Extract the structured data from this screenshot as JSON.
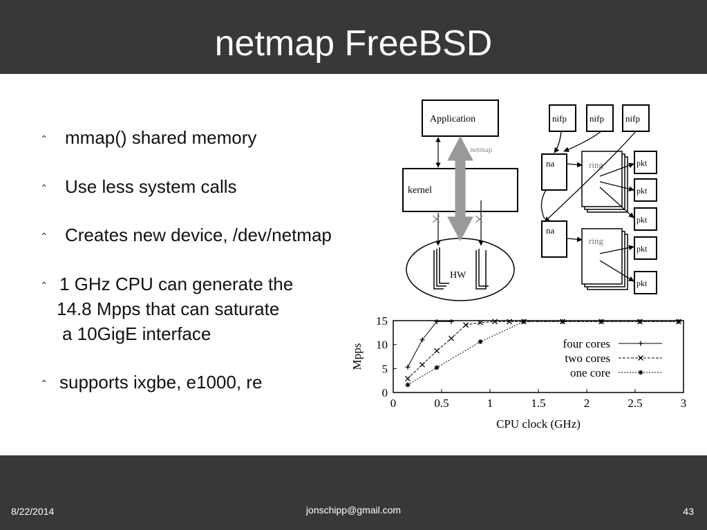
{
  "slide": {
    "title": "netmap FreeBSD",
    "bullet_marker": "⌃",
    "bullets": [
      {
        "lines": [
          "mmap() shared memory"
        ]
      },
      {
        "lines": [
          "Use less system calls"
        ]
      },
      {
        "lines": [
          "Creates new device, /dev/netmap"
        ]
      },
      {
        "lines": [
          "1 GHz CPU can generate the",
          "14.8 Mpps that can saturate",
          "a 10GigE interface"
        ]
      },
      {
        "lines": [
          "supports ixgbe, e1000, re"
        ]
      }
    ]
  },
  "diagram_arch": {
    "application": "Application",
    "kernel": "kernel",
    "netmap": "netmap",
    "hw": "HW"
  },
  "diagram_rings": {
    "nifp_labels": [
      "nifp",
      "nifp",
      "nifp"
    ],
    "na_labels": [
      "na",
      "na"
    ],
    "ring_labels": [
      "ring",
      "ring"
    ],
    "pkt_labels": [
      "pkt",
      "pkt",
      "pkt",
      "pkt",
      "pkt"
    ]
  },
  "chart_data": {
    "type": "line",
    "xlabel": "CPU clock (GHz)",
    "ylabel": "Mpps",
    "xlim": [
      0,
      3
    ],
    "ylim": [
      0,
      15
    ],
    "xticks": [
      "0",
      "0.5",
      "1",
      "1.5",
      "2",
      "2.5",
      "3"
    ],
    "yticks": [
      "0",
      "5",
      "10",
      "15"
    ],
    "legend_position": "center-right",
    "series": [
      {
        "name": "four cores",
        "marker": "+",
        "dash": "solid",
        "x": [
          0.15,
          0.3,
          0.45,
          0.6
        ],
        "y": [
          5.3,
          11,
          14.8,
          14.8
        ]
      },
      {
        "name": "two cores",
        "marker": "x",
        "dash": "dashed",
        "x": [
          0.15,
          0.3,
          0.45,
          0.6,
          0.75,
          0.9,
          1.05,
          1.2,
          1.35,
          1.75,
          2.15,
          2.55,
          2.95
        ],
        "y": [
          2.9,
          5.8,
          8.7,
          11.3,
          14.1,
          14.6,
          14.8,
          14.8,
          14.8,
          14.8,
          14.8,
          14.8,
          14.8
        ]
      },
      {
        "name": "one core",
        "marker": "*",
        "dash": "dotted",
        "x": [
          0.15,
          0.45,
          0.9,
          1.35,
          1.75,
          2.15,
          2.55,
          2.95
        ],
        "y": [
          1.6,
          5.2,
          10.6,
          14.8,
          14.8,
          14.8,
          14.8,
          14.8
        ]
      }
    ]
  },
  "footer": {
    "date": "8/22/2014",
    "email": "jonschipp@gmail.com",
    "page": "43"
  }
}
